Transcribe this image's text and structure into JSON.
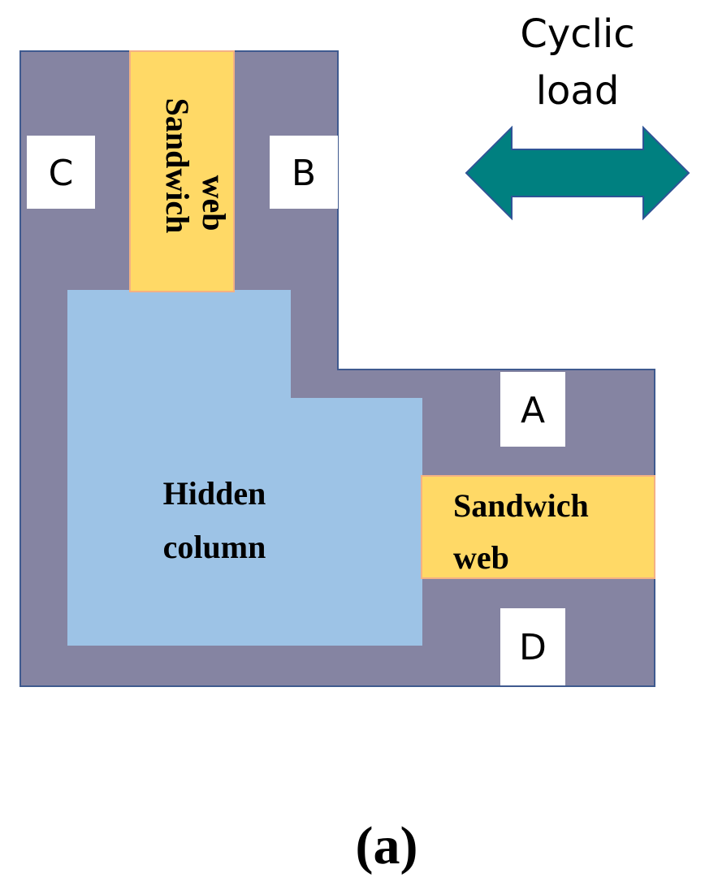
{
  "diagram": {
    "load_label_line1": "Cyclic",
    "load_label_line2": "load",
    "labels": {
      "a": "A",
      "b": "B",
      "c": "C",
      "d": "D"
    },
    "vertical_web": {
      "line1": "Sandwich",
      "line2": "web"
    },
    "horizontal_web": {
      "line1": "Sandwich",
      "line2": "web"
    },
    "hidden_column": {
      "line1": "Hidden",
      "line2": "column"
    },
    "caption": "(a)",
    "colors": {
      "wall": "#8584A2",
      "wall_border": "#3F5A8F",
      "column": "#9DC3E6",
      "web": "#FFD966",
      "web_border": "#F4B183",
      "arrow": "#008080",
      "arrow_border": "#2F5496",
      "label_box": "#FFFFFF"
    }
  }
}
